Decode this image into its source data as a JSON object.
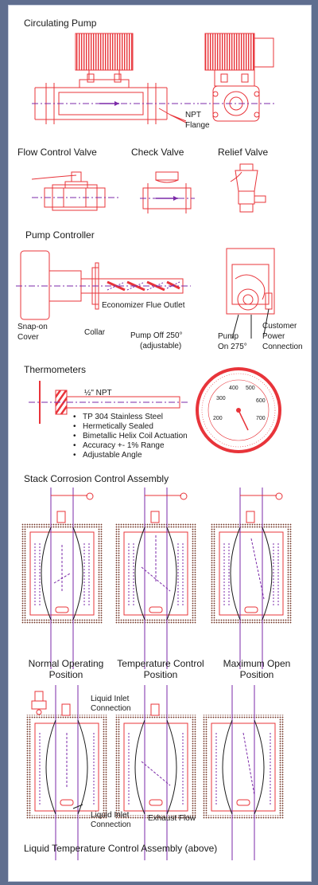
{
  "sections": {
    "circulating_pump": "Circulating Pump",
    "flow_control_valve": "Flow Control Valve",
    "check_valve": "Check Valve",
    "relief_valve": "Relief Valve",
    "pump_controller": "Pump Controller",
    "thermometers": "Thermometers",
    "stack_corrosion": "Stack Corrosion Control Assembly",
    "liquid_temp_control": "Liquid Temperature Control Assembly (above)"
  },
  "labels": {
    "npt": "NPT",
    "flange": "Flange",
    "economizer_flue_outlet": "Economizer Flue Outlet",
    "snap_on": "Snap-on",
    "cover": "Cover",
    "collar": "Collar",
    "pump_off_1": "Pump Off 250°",
    "pump_off_2": "(adjustable)",
    "pump_on_1": "Pump",
    "pump_on_2": "On 275°",
    "customer_1": "Customer",
    "customer_2": "Power",
    "customer_3": "Connection",
    "half_npt": "½\" NPT",
    "liquid_inlet_1": "Liquid Inlet",
    "liquid_inlet_2": "Connection",
    "exhaust_flow": "Exhaust Flow"
  },
  "thermometer_features": [
    "TP 304 Stainless Steel",
    "Hermetically Sealed",
    "Bimetallic Helix Coil Actuation",
    "Accuracy +- 1% Range",
    "Adjustable Angle"
  ],
  "positions": [
    {
      "line1": "Normal Operating",
      "line2": "Position"
    },
    {
      "line1": "Temperature Control",
      "line2": "Position"
    },
    {
      "line1": "Maximum Open",
      "line2": "Position"
    }
  ],
  "gauge_ticks": [
    "200",
    "300",
    "400",
    "500",
    "600",
    "700"
  ],
  "colors": {
    "line": "#e8343a",
    "accent": "#7b2aa8",
    "insulation": "#6b2a1a",
    "background": "#5f6e8f"
  },
  "icons": [
    "pump-motor-icon",
    "valve-icon",
    "controller-icon",
    "thermometer-dial-icon"
  ]
}
